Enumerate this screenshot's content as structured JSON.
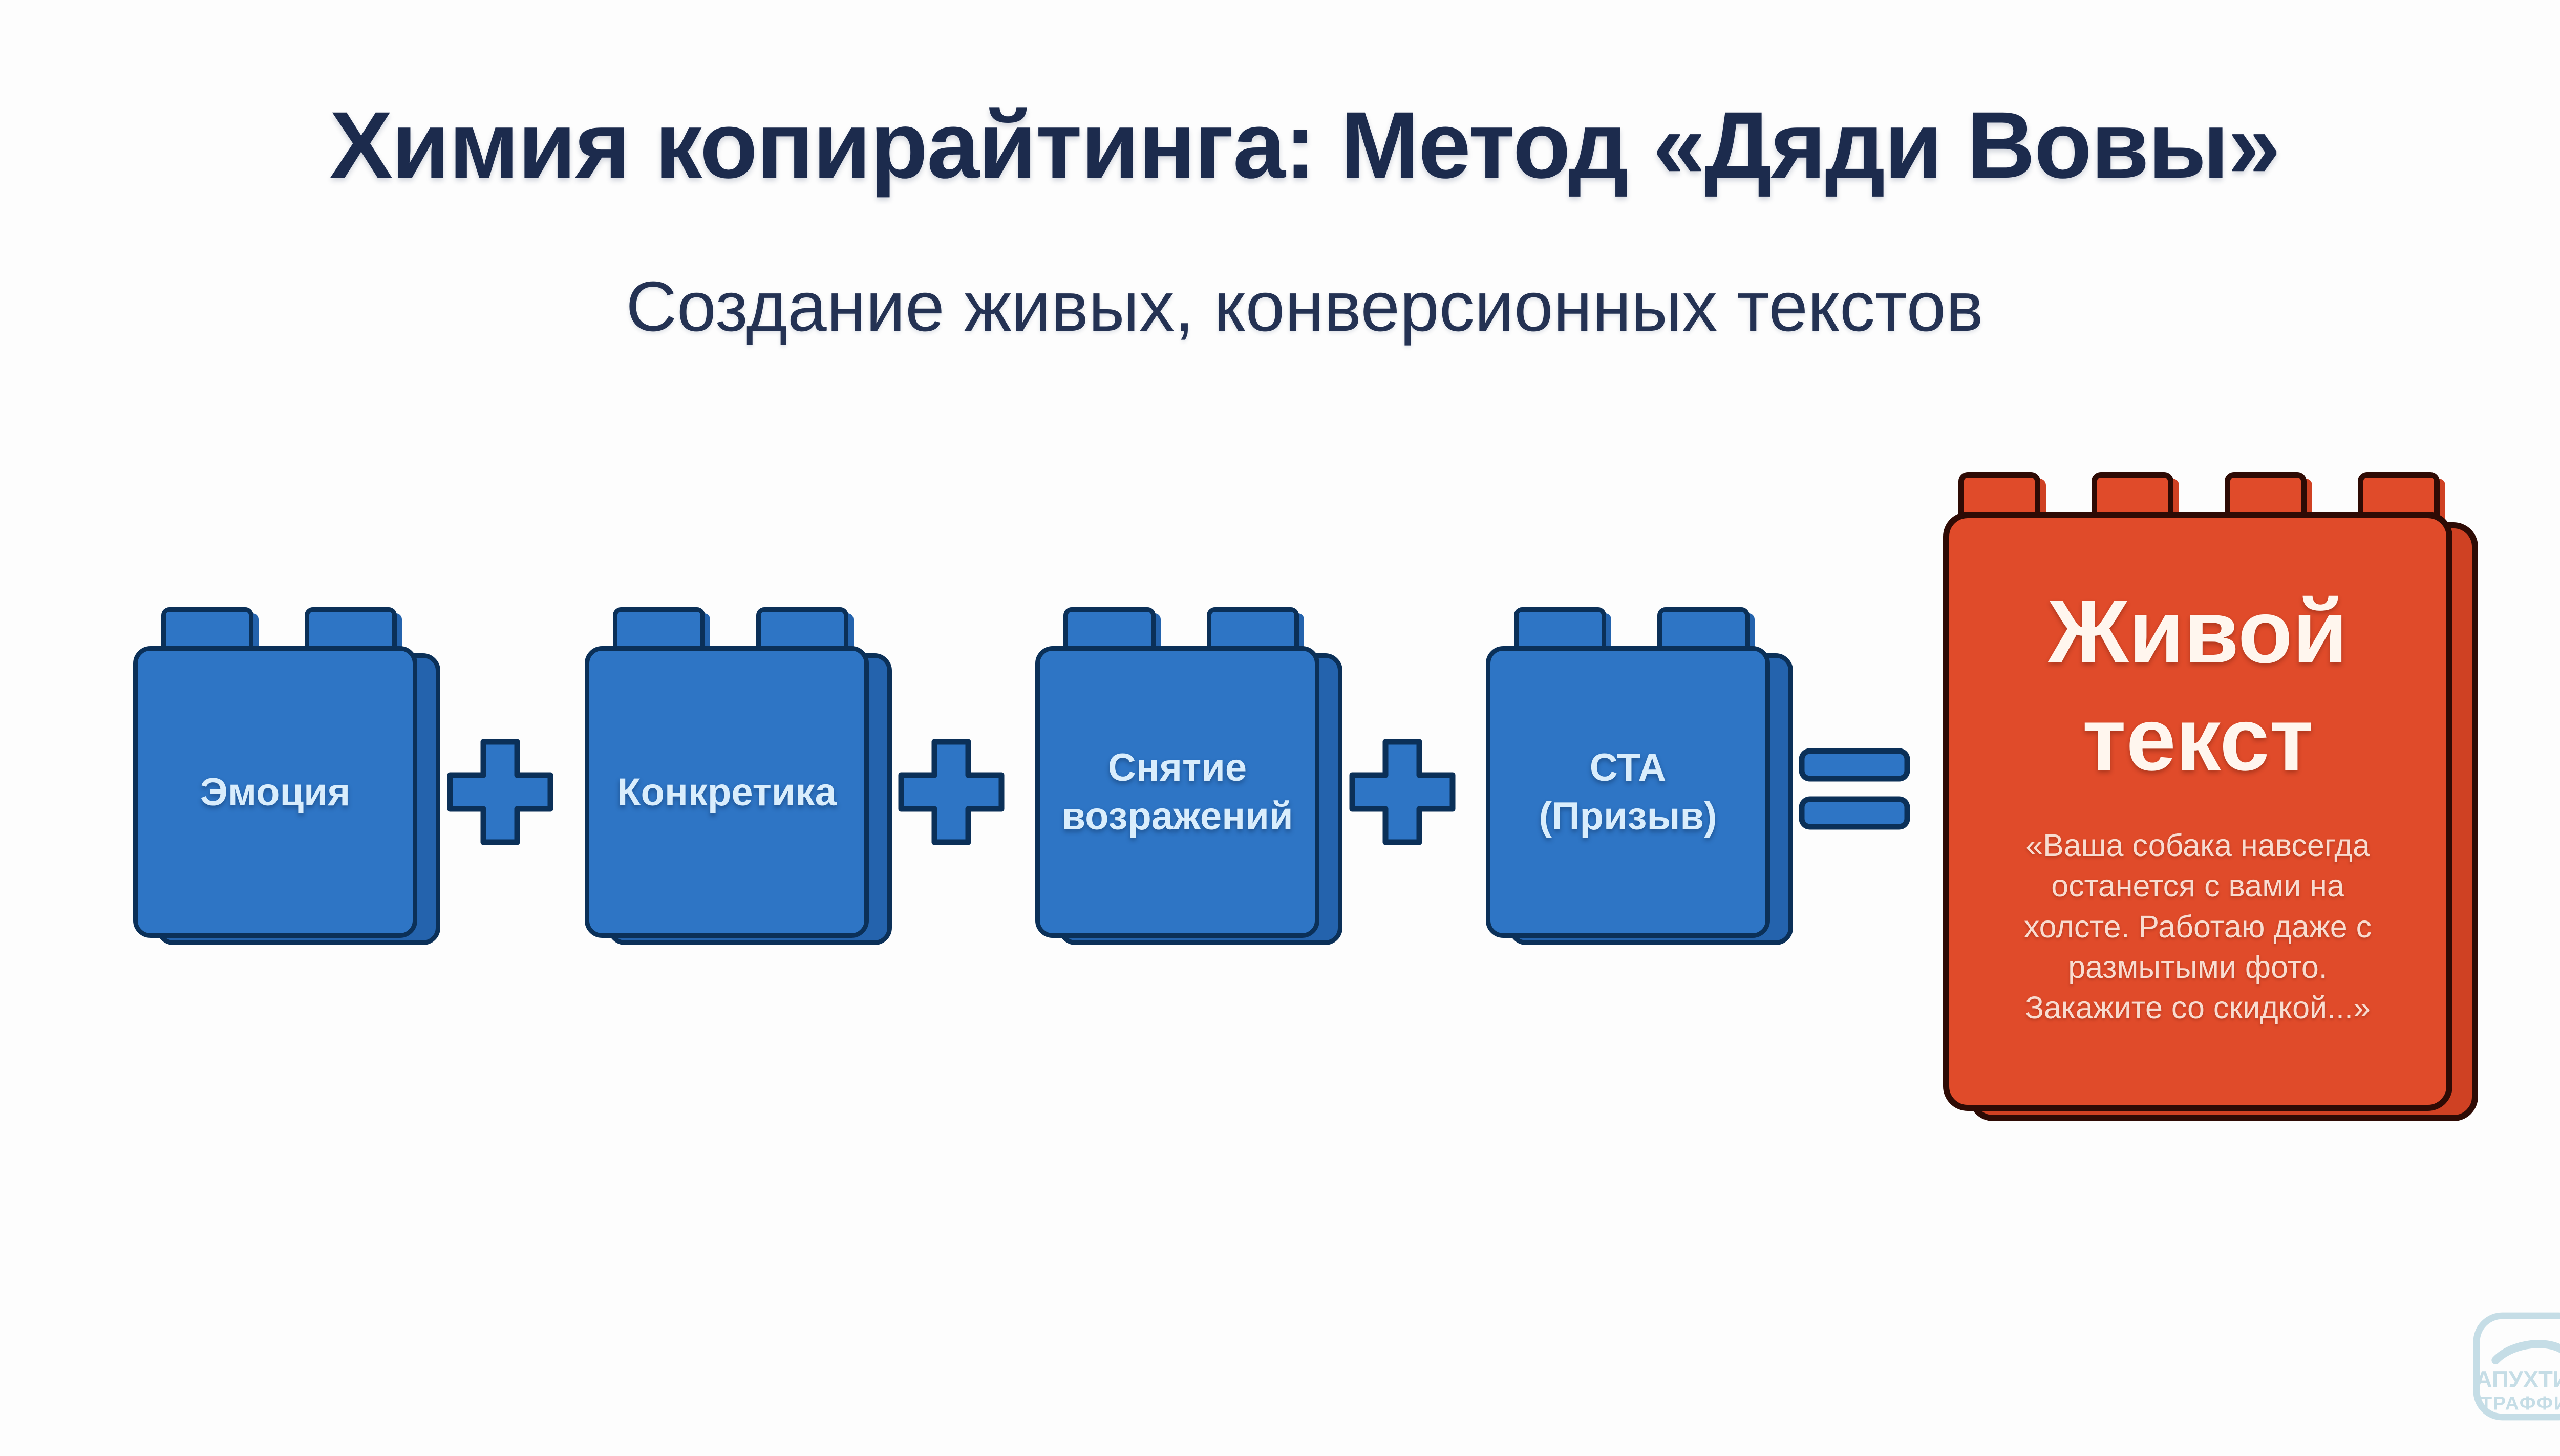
{
  "title": "Химия копирайтинга: Метод «Дяди Вовы»",
  "subtitle": "Создание живых, конверсионных текстов",
  "formula": {
    "operators": [
      "+",
      "+",
      "+",
      "="
    ],
    "blocks": [
      {
        "name": "emotion",
        "lines": [
          "Эмоция"
        ]
      },
      {
        "name": "specifics",
        "lines": [
          "Конкретика"
        ]
      },
      {
        "name": "objection-removal",
        "lines": [
          "Снятие",
          "возражений"
        ]
      },
      {
        "name": "cta",
        "lines": [
          "СТА",
          "(Призыв)"
        ]
      }
    ],
    "result": {
      "title_lines": [
        "Живой",
        "текст"
      ],
      "quote_lines": [
        "«Ваша собака навсегда",
        "останется с вами на",
        "холсте. Работаю даже с",
        "размытыми фото.",
        "Закажите со скидкой...»"
      ]
    }
  },
  "watermark": {
    "line1": "АПУХТИН",
    "line2": "ТРАФФИК"
  },
  "colors": {
    "bg": "#fdfdfd",
    "ink": "#1c2b4d",
    "subtitle-ink": "#243253",
    "brick-blue": "#2e75c5",
    "brick-blue-back": "#2463ad",
    "brick-outline": "#0b3058",
    "brick-label": "#d9edfc",
    "red": "#e04b2a",
    "red-back": "#cf4123",
    "red-outline": "#2e0b05",
    "red-title": "#fff6ee",
    "red-quote": "#f8dcd0",
    "watermark": "#b9d7e1"
  }
}
